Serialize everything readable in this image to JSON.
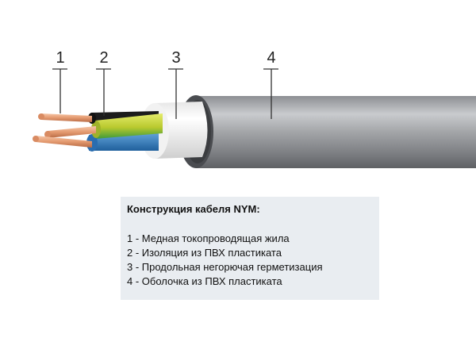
{
  "callouts": [
    "1",
    "2",
    "3",
    "4"
  ],
  "legend": {
    "title": "Конструкция кабеля NYM:",
    "items": [
      "1 - Медная токопроводящая жила",
      "2 - Изоляция из ПВХ пластиката",
      "3 - Продольная негорючая герметизация",
      "4 - Оболочка из ПВХ пластиката"
    ]
  },
  "colors": {
    "sheath": "#9c9ea1",
    "filler": "#f4f4f4",
    "copper": "#e8a07a",
    "insulation_yellow_green": "#c8d43a",
    "insulation_blue": "#3a86c8",
    "insulation_black": "#222222",
    "legend_background": "#e9edf1"
  }
}
